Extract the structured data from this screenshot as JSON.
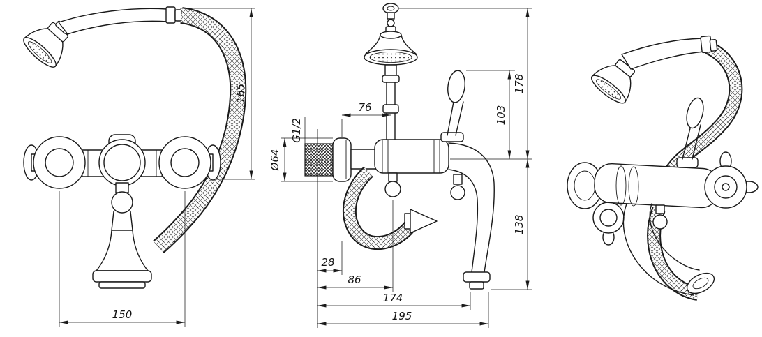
{
  "drawing": {
    "type": "bath-shower-mixer-technical-drawing",
    "views": [
      "front",
      "side",
      "perspective"
    ]
  },
  "colors": {
    "line": "#1a1a1a",
    "background": "#ffffff"
  },
  "dims": {
    "handset_height": "165",
    "inlet_centers": "150",
    "head_offset": "76",
    "thread": "G1/2",
    "flange_dia": "Ø64",
    "lever_height": "103",
    "upper_height": "178",
    "lower_height": "138",
    "wall_to_hose": "28",
    "wall_to_diverter": "86",
    "wall_to_outlet": "174",
    "projection": "195"
  }
}
